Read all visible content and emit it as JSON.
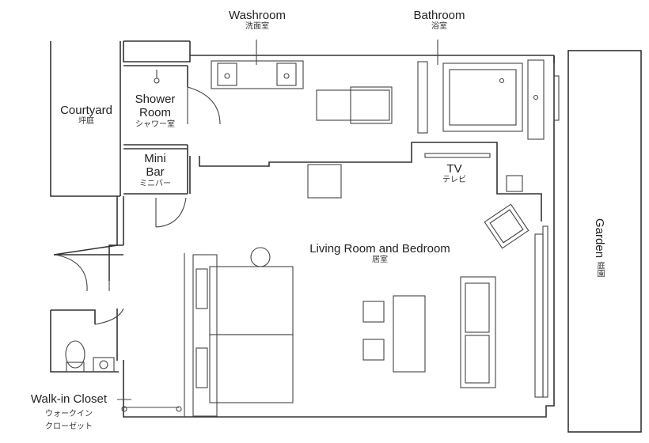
{
  "rooms": {
    "washroom": {
      "en": "Washroom",
      "jp": "洗面室"
    },
    "bathroom": {
      "en": "Bathroom",
      "jp": "浴室"
    },
    "courtyard": {
      "en": "Courtyard",
      "jp": "坪庭"
    },
    "shower_room": {
      "en_line1": "Shower",
      "en_line2": "Room",
      "jp": "シャワー室"
    },
    "mini_bar": {
      "en_line1": "Mini",
      "en_line2": "Bar",
      "jp": "ミニバー"
    },
    "tv": {
      "en": "TV",
      "jp": "テレビ"
    },
    "living_room": {
      "en": "Living Room and Bedroom",
      "jp": "居室"
    },
    "garden": {
      "en": "Garden",
      "jp": "庭園"
    },
    "walk_in_closet": {
      "en": "Walk-in Closet",
      "jp_line1": "ウォークイン",
      "jp_line2": "クローゼット"
    }
  }
}
